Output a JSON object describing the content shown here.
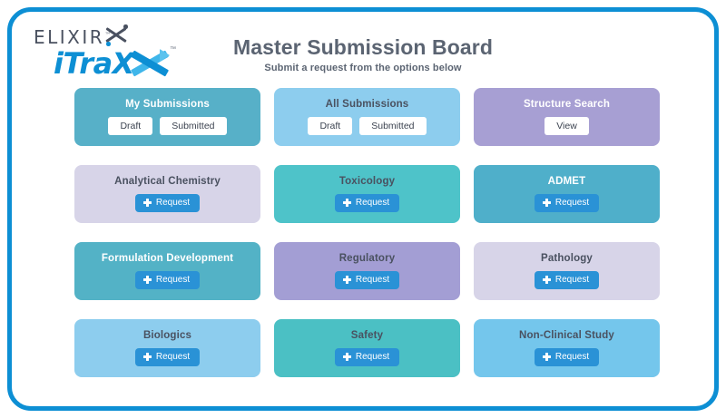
{
  "frame": {
    "border_color": "#0d8fd4"
  },
  "logo": {
    "primary_text": "ELIXIR",
    "product_text": "iTraX",
    "trademark": "™",
    "primary_color": "#4a5160",
    "product_color": "#0d8fd4"
  },
  "header": {
    "title": "Master Submission Board",
    "subtitle": "Submit a request from the options below",
    "title_color": "#5b6472"
  },
  "buttons": {
    "draft_label": "Draft",
    "submitted_label": "Submitted",
    "view_label": "View",
    "request_label": "Request",
    "request_icon": "plus-icon",
    "request_color": "#2a92d6"
  },
  "cards": [
    {
      "title": "My Submissions",
      "bg": "#57b0c8",
      "text_tone": "dark",
      "actions": [
        "Draft",
        "Submitted"
      ],
      "action_style": "white"
    },
    {
      "title": "All Submissions",
      "bg": "#8dcdee",
      "text_tone": "light",
      "actions": [
        "Draft",
        "Submitted"
      ],
      "action_style": "white"
    },
    {
      "title": "Structure Search",
      "bg": "#a79fd3",
      "text_tone": "dark",
      "actions": [
        "View"
      ],
      "action_style": "white"
    },
    {
      "title": "Analytical Chemistry",
      "bg": "#d7d4e8",
      "text_tone": "light",
      "actions": [
        "Request"
      ],
      "action_style": "request"
    },
    {
      "title": "Toxicology",
      "bg": "#4ec3c9",
      "text_tone": "light",
      "actions": [
        "Request"
      ],
      "action_style": "request"
    },
    {
      "title": "ADMET",
      "bg": "#4fafca",
      "text_tone": "dark",
      "actions": [
        "Request"
      ],
      "action_style": "request"
    },
    {
      "title": "Formulation Development",
      "bg": "#53b2c6",
      "text_tone": "dark",
      "actions": [
        "Request"
      ],
      "action_style": "request"
    },
    {
      "title": "Regulatory",
      "bg": "#a39ed4",
      "text_tone": "light",
      "actions": [
        "Request"
      ],
      "action_style": "request"
    },
    {
      "title": "Pathology",
      "bg": "#d7d4e8",
      "text_tone": "light",
      "actions": [
        "Request"
      ],
      "action_style": "request"
    },
    {
      "title": "Biologics",
      "bg": "#8dcdee",
      "text_tone": "light",
      "actions": [
        "Request"
      ],
      "action_style": "request"
    },
    {
      "title": "Safety",
      "bg": "#4bc0c4",
      "text_tone": "light",
      "actions": [
        "Request"
      ],
      "action_style": "request"
    },
    {
      "title": "Non-Clinical Study",
      "bg": "#74c6ec",
      "text_tone": "light",
      "actions": [
        "Request"
      ],
      "action_style": "request"
    }
  ]
}
